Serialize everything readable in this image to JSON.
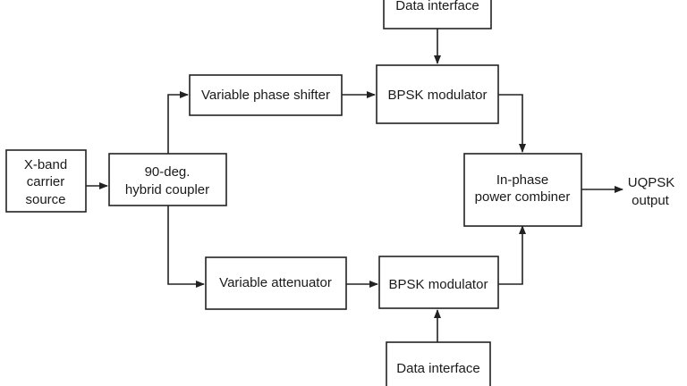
{
  "blocks": {
    "carrier_source": [
      "X-band",
      "carrier",
      "source"
    ],
    "hybrid_coupler": [
      "90-deg.",
      "hybrid coupler"
    ],
    "phase_shifter": [
      "Variable phase shifter"
    ],
    "attenuator": [
      "Variable attenuator"
    ],
    "bpsk_top": [
      "BPSK modulator"
    ],
    "bpsk_bottom": [
      "BPSK modulator"
    ],
    "data_top": [
      "Data interface"
    ],
    "data_bottom": [
      "Data interface"
    ],
    "combiner": [
      "In-phase",
      "power combiner"
    ]
  },
  "output": [
    "UQPSK",
    "output"
  ],
  "colors": {
    "line": "#222222",
    "background": "#ffffff",
    "text": "#1a1a1a"
  }
}
